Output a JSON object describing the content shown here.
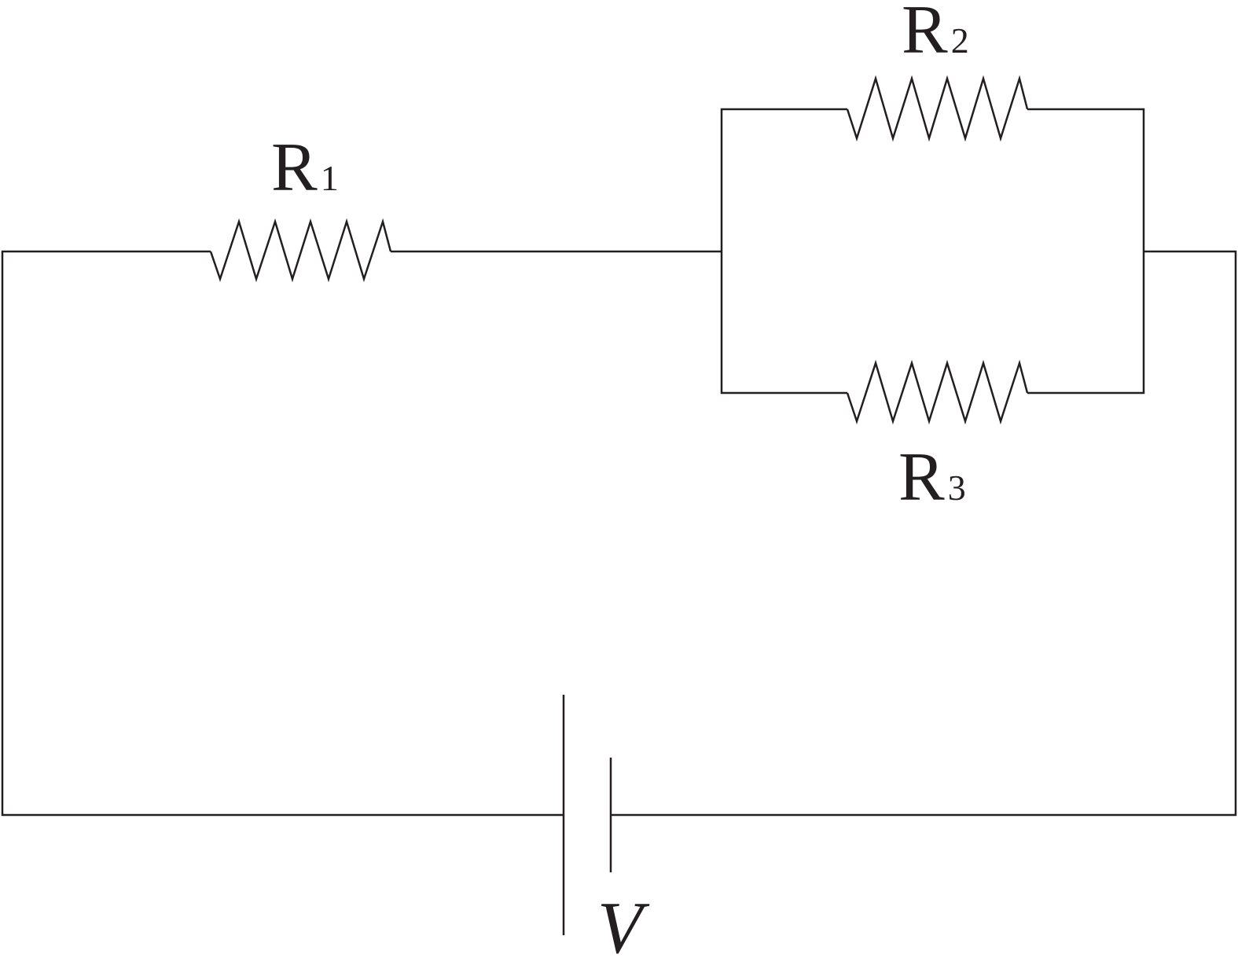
{
  "labels": {
    "r1": {
      "main": "R",
      "sub": "1"
    },
    "r2": {
      "main": "R",
      "sub": "2"
    },
    "r3": {
      "main": "R",
      "sub": "3"
    },
    "battery": "V"
  },
  "colors": {
    "stroke": "#231f20",
    "background": "#ffffff"
  }
}
